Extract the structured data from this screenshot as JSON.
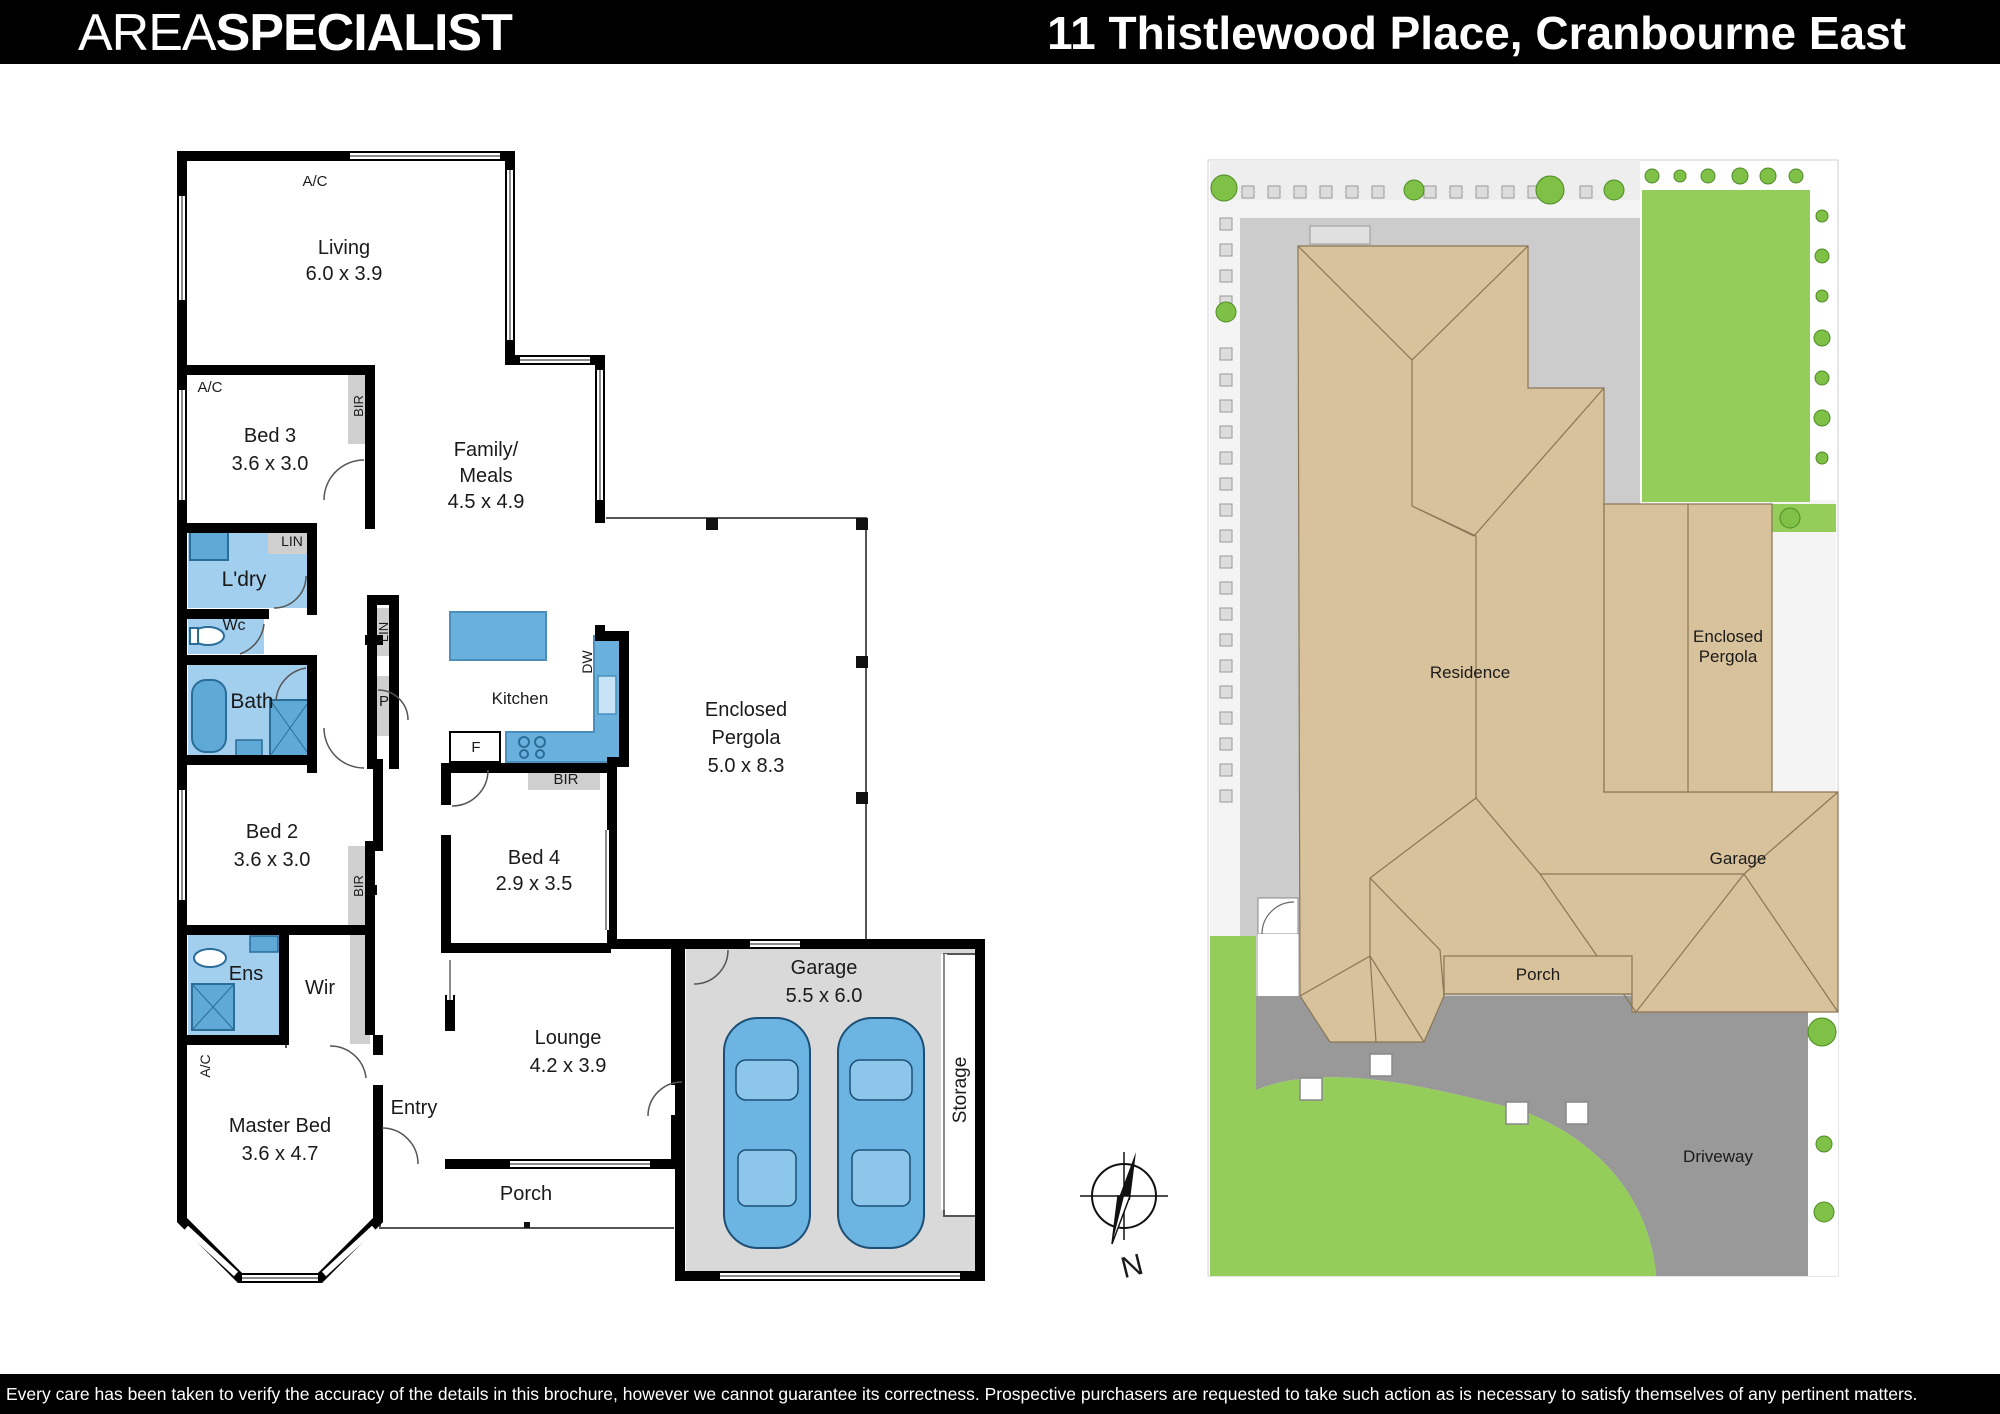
{
  "header": {
    "brand_light": "AREA",
    "brand_bold": "SPECIALIST",
    "address": "11 Thistlewood Place, Cranbourne East"
  },
  "footer": {
    "disclaimer": "Every care has been taken to verify the accuracy of the details in this brochure, however we cannot guarantee its correctness. Prospective purchasers are requested to take such action as is necessary to satisfy themselves of any pertinent matters."
  },
  "floorplan": {
    "rooms": {
      "living": {
        "name": "Living",
        "size": "6.0 x 3.9"
      },
      "bed3": {
        "name": "Bed 3",
        "size": "3.6 x 3.0"
      },
      "family_line1": "Family/",
      "family_line2": "Meals",
      "family_size": "4.5 x 4.9",
      "laundry": "L'dry",
      "wc": "Wc",
      "bath": "Bath",
      "kitchen": "Kitchen",
      "pergola": {
        "line1": "Enclosed",
        "line2": "Pergola",
        "size": "5.0 x 8.3"
      },
      "bed2": {
        "name": "Bed 2",
        "size": "3.6 x 3.0"
      },
      "bed4": {
        "name": "Bed 4",
        "size": "2.9 x 3.5"
      },
      "ensuite": "Ens",
      "wir": "Wir",
      "lounge": {
        "name": "Lounge",
        "size": "4.2 x 3.9"
      },
      "garage": {
        "name": "Garage",
        "size": "5.5 x 6.0"
      },
      "storage": "Storage",
      "master": {
        "name": "Master Bed",
        "size": "3.6 x 4.7"
      },
      "entry": "Entry",
      "porch": "Porch"
    },
    "fixtures": {
      "ac": "A/C",
      "bir": "BIR",
      "lin": "LIN",
      "pantry": "P",
      "dishwasher": "DW",
      "fridge": "F"
    }
  },
  "compass": {
    "label": "N"
  },
  "siteplan": {
    "residence": "Residence",
    "pergola_line1": "Enclosed",
    "pergola_line2": "Pergola",
    "garage": "Garage",
    "porch": "Porch",
    "driveway": "Driveway"
  },
  "colors": {
    "wall": "#000000",
    "wet_area": "#a3cfee",
    "fixture_blue": "#5fa9d6",
    "garage_floor": "#d9d9d9",
    "roof": "#d8c29b",
    "lawn": "#95cd5b",
    "driveway": "#999999",
    "path": "#cccccc"
  }
}
